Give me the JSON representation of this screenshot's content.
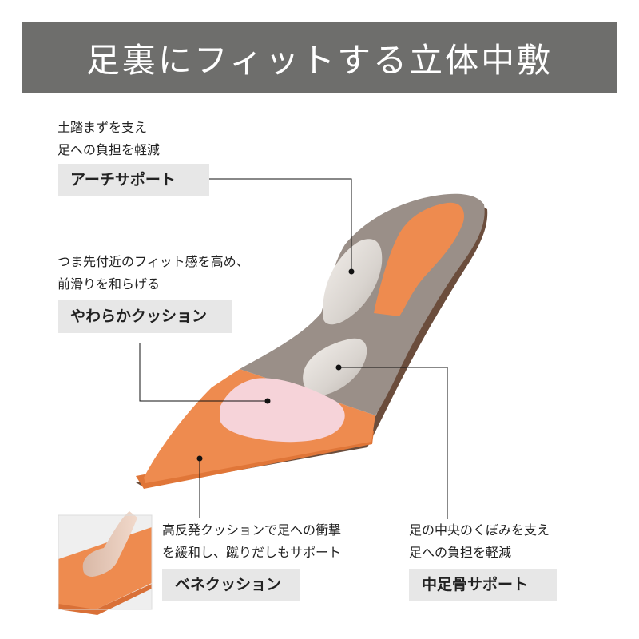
{
  "title": "足裏にフィットする立体中敷",
  "callouts": {
    "arch": {
      "desc": [
        "土踏まずを支え",
        "足への負担を軽減"
      ],
      "label": "アーチサポート"
    },
    "cushion": {
      "desc": [
        "つま先付近のフィット感を高め、",
        "前滑りを和らげる"
      ],
      "label": "やわらかクッション"
    },
    "bene": {
      "desc": [
        "高反発クッションで足への衝撃",
        "を緩和し、蹴りだしもサポート"
      ],
      "label": "ベネクッション"
    },
    "midfoot": {
      "desc": [
        "足の中央のくぼみを支え",
        "足への負担を軽減"
      ],
      "label": "中足骨サポート"
    }
  },
  "colors": {
    "banner": "#6e6e6c",
    "insole_orange": "#ee8b4f",
    "insole_taupe": "#9a8f88",
    "pad_pink": "#f6d3d9",
    "label_bg": "#e7e7e7"
  }
}
